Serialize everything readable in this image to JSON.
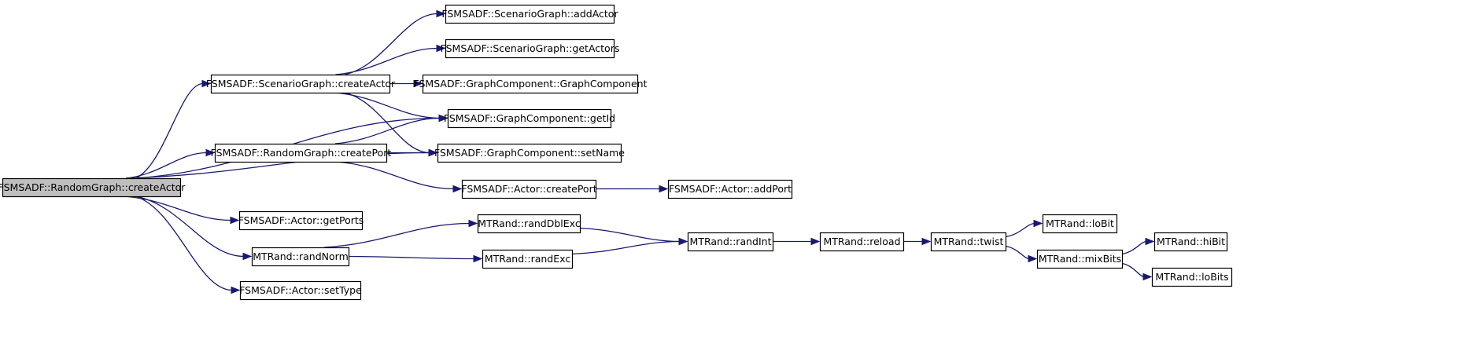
{
  "diagram": {
    "type": "call-graph",
    "colors": {
      "edge": "#191970",
      "root_fill": "#bfbfbf",
      "node_fill": "#ffffff",
      "node_border": "#000000"
    },
    "nodes": [
      {
        "id": "root",
        "label": "FSMSADF::RandomGraph::createActor",
        "root": true
      },
      {
        "id": "sg_createActor",
        "label": "FSMSADF::ScenarioGraph::createActor"
      },
      {
        "id": "rg_createPort",
        "label": "FSMSADF::RandomGraph::createPort"
      },
      {
        "id": "a_getPorts",
        "label": "FSMSADF::Actor::getPorts"
      },
      {
        "id": "mt_randNorm",
        "label": "MTRand::randNorm"
      },
      {
        "id": "a_setType",
        "label": "FSMSADF::Actor::setType"
      },
      {
        "id": "sg_addActor",
        "label": "FSMSADF::ScenarioGraph::addActor"
      },
      {
        "id": "sg_getActors",
        "label": "FSMSADF::ScenarioGraph::getActors"
      },
      {
        "id": "gc_ctor",
        "label": "FSMSADF::GraphComponent::GraphComponent"
      },
      {
        "id": "gc_getId",
        "label": "FSMSADF::GraphComponent::getId"
      },
      {
        "id": "gc_setName",
        "label": "FSMSADF::GraphComponent::setName"
      },
      {
        "id": "a_createPort",
        "label": "FSMSADF::Actor::createPort"
      },
      {
        "id": "a_addPort",
        "label": "FSMSADF::Actor::addPort"
      },
      {
        "id": "mt_randDblExc",
        "label": "MTRand::randDblExc"
      },
      {
        "id": "mt_randExc",
        "label": "MTRand::randExc"
      },
      {
        "id": "mt_randInt",
        "label": "MTRand::randInt"
      },
      {
        "id": "mt_reload",
        "label": "MTRand::reload"
      },
      {
        "id": "mt_twist",
        "label": "MTRand::twist"
      },
      {
        "id": "mt_loBit",
        "label": "MTRand::loBit"
      },
      {
        "id": "mt_mixBits",
        "label": "MTRand::mixBits"
      },
      {
        "id": "mt_hiBit",
        "label": "MTRand::hiBit"
      },
      {
        "id": "mt_loBits",
        "label": "MTRand::loBits"
      }
    ],
    "edges": [
      {
        "from": "root",
        "to": "sg_createActor"
      },
      {
        "from": "root",
        "to": "gc_getId"
      },
      {
        "from": "root",
        "to": "rg_createPort"
      },
      {
        "from": "root",
        "to": "gc_setName"
      },
      {
        "from": "root",
        "to": "a_getPorts"
      },
      {
        "from": "root",
        "to": "mt_randNorm"
      },
      {
        "from": "root",
        "to": "a_setType"
      },
      {
        "from": "sg_createActor",
        "to": "sg_addActor"
      },
      {
        "from": "sg_createActor",
        "to": "sg_getActors"
      },
      {
        "from": "sg_createActor",
        "to": "gc_ctor"
      },
      {
        "from": "sg_createActor",
        "to": "gc_getId"
      },
      {
        "from": "sg_createActor",
        "to": "gc_setName"
      },
      {
        "from": "rg_createPort",
        "to": "gc_getId"
      },
      {
        "from": "rg_createPort",
        "to": "gc_setName"
      },
      {
        "from": "rg_createPort",
        "to": "a_createPort"
      },
      {
        "from": "a_createPort",
        "to": "a_addPort"
      },
      {
        "from": "mt_randNorm",
        "to": "mt_randDblExc"
      },
      {
        "from": "mt_randNorm",
        "to": "mt_randExc"
      },
      {
        "from": "mt_randDblExc",
        "to": "mt_randInt"
      },
      {
        "from": "mt_randExc",
        "to": "mt_randInt"
      },
      {
        "from": "mt_randInt",
        "to": "mt_reload"
      },
      {
        "from": "mt_reload",
        "to": "mt_twist"
      },
      {
        "from": "mt_twist",
        "to": "mt_loBit"
      },
      {
        "from": "mt_twist",
        "to": "mt_mixBits"
      },
      {
        "from": "mt_mixBits",
        "to": "mt_hiBit"
      },
      {
        "from": "mt_mixBits",
        "to": "mt_loBits"
      }
    ]
  }
}
